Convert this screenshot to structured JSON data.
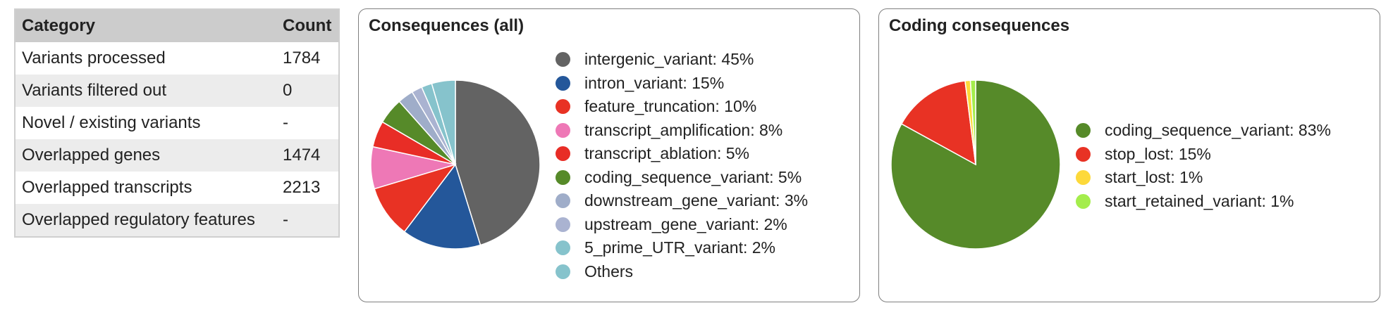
{
  "summary": {
    "headers": [
      "Category",
      "Count"
    ],
    "rows": [
      [
        "Variants processed",
        "1784"
      ],
      [
        "Variants filtered out",
        "0"
      ],
      [
        "Novel / existing variants",
        "-"
      ],
      [
        "Overlapped genes",
        "1474"
      ],
      [
        "Overlapped transcripts",
        "2213"
      ],
      [
        "Overlapped regulatory features",
        "-"
      ]
    ]
  },
  "chart_data": [
    {
      "type": "pie",
      "title": "Consequences (all)",
      "slices": [
        {
          "label": "intergenic_variant",
          "pct": "45%",
          "value": 45,
          "color": "#636363"
        },
        {
          "label": "intron_variant",
          "pct": "15%",
          "value": 15,
          "color": "#24579a"
        },
        {
          "label": "feature_truncation",
          "pct": "10%",
          "value": 10,
          "color": "#e83224"
        },
        {
          "label": "transcript_amplification",
          "pct": "8%",
          "value": 8,
          "color": "#ee78b6"
        },
        {
          "label": "transcript_ablation",
          "pct": "5%",
          "value": 5,
          "color": "#e82d26"
        },
        {
          "label": "coding_sequence_variant",
          "pct": "5%",
          "value": 5,
          "color": "#568a29"
        },
        {
          "label": "downstream_gene_variant",
          "pct": "3%",
          "value": 3,
          "color": "#9fadc9"
        },
        {
          "label": "upstream_gene_variant",
          "pct": "2%",
          "value": 2,
          "color": "#aab3d1"
        },
        {
          "label": "5_prime_UTR_variant",
          "pct": "2%",
          "value": 2,
          "color": "#86c3cc"
        },
        {
          "label": "Others",
          "pct": "",
          "value": 4.5,
          "color": "#86c3cc"
        }
      ]
    },
    {
      "type": "pie",
      "title": "Coding consequences",
      "slices": [
        {
          "label": "coding_sequence_variant",
          "pct": "83%",
          "value": 83,
          "color": "#568a29"
        },
        {
          "label": "stop_lost",
          "pct": "15%",
          "value": 15,
          "color": "#e83224"
        },
        {
          "label": "start_lost",
          "pct": "1%",
          "value": 1,
          "color": "#fdd93a"
        },
        {
          "label": "start_retained_variant",
          "pct": "1%",
          "value": 1,
          "color": "#a4ed4c"
        }
      ]
    }
  ]
}
